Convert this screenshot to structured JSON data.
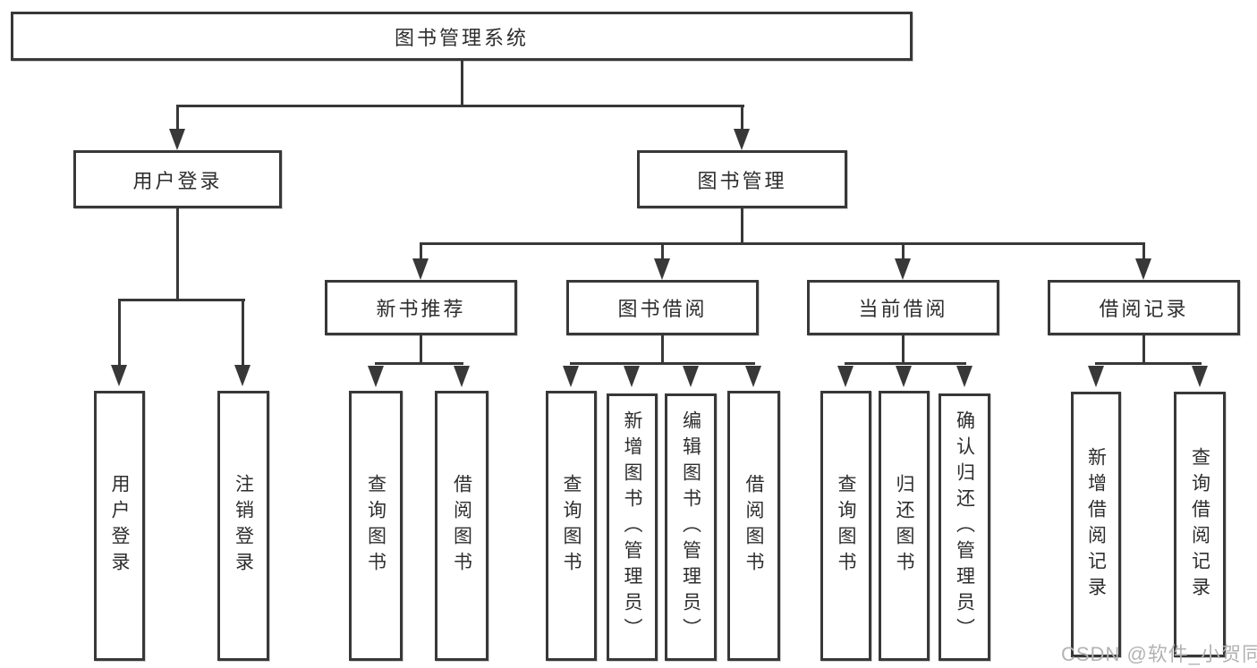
{
  "diagram": {
    "type": "tree",
    "colors": {
      "line": "#383838",
      "box_border": "#383838",
      "background": "#ffffff",
      "text": "#2e2e2e",
      "watermark": "#b3b3b3"
    },
    "watermark": "CSDN @软件_小贺同学",
    "nodes": {
      "root": {
        "label": "图书管理系统"
      },
      "user_login": {
        "label": "用户登录"
      },
      "book_mgmt": {
        "label": "图书管理"
      },
      "login": {
        "label": "用户登录"
      },
      "logout": {
        "label": "注销登录"
      },
      "new_book_rec": {
        "label": "新书推荐"
      },
      "book_borrow": {
        "label": "图书借阅"
      },
      "current_borrow": {
        "label": "当前借阅"
      },
      "borrow_records": {
        "label": "借阅记录"
      },
      "nb_query": {
        "label": "查询图书"
      },
      "nb_borrow": {
        "label": "借阅图书"
      },
      "bb_query": {
        "label": "查询图书"
      },
      "bb_add": {
        "label": "新增图书（管理员）"
      },
      "bb_edit": {
        "label": "编辑图书（管理员）"
      },
      "bb_borrow": {
        "label": "借阅图书"
      },
      "cb_query": {
        "label": "查询图书"
      },
      "cb_return": {
        "label": "归还图书"
      },
      "cb_confirm": {
        "label": "确认归还（管理员）"
      },
      "br_add": {
        "label": "新增借阅记录"
      },
      "br_query": {
        "label": "查询借阅记录"
      }
    },
    "edges": [
      [
        "root",
        "user_login"
      ],
      [
        "root",
        "book_mgmt"
      ],
      [
        "user_login",
        "login"
      ],
      [
        "user_login",
        "logout"
      ],
      [
        "book_mgmt",
        "new_book_rec"
      ],
      [
        "book_mgmt",
        "book_borrow"
      ],
      [
        "book_mgmt",
        "current_borrow"
      ],
      [
        "book_mgmt",
        "borrow_records"
      ],
      [
        "new_book_rec",
        "nb_query"
      ],
      [
        "new_book_rec",
        "nb_borrow"
      ],
      [
        "book_borrow",
        "bb_query"
      ],
      [
        "book_borrow",
        "bb_add"
      ],
      [
        "book_borrow",
        "bb_edit"
      ],
      [
        "book_borrow",
        "bb_borrow"
      ],
      [
        "current_borrow",
        "cb_query"
      ],
      [
        "current_borrow",
        "cb_return"
      ],
      [
        "current_borrow",
        "cb_confirm"
      ],
      [
        "borrow_records",
        "br_add"
      ],
      [
        "borrow_records",
        "br_query"
      ]
    ]
  }
}
